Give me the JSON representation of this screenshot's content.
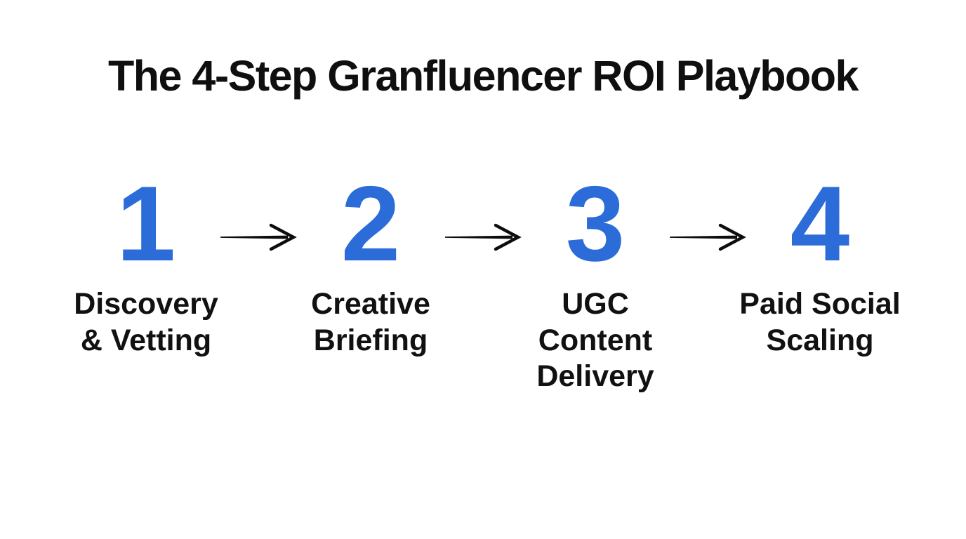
{
  "page": {
    "background_color": "#ffffff",
    "accent_blue": "#2b6cd9",
    "text_color": "#111111"
  },
  "title": "The 4-Step Granfluencer ROI Playbook",
  "steps": [
    {
      "number": "1",
      "label": "Discovery\n& Vetting"
    },
    {
      "number": "2",
      "label": "Creative\nBriefing"
    },
    {
      "number": "3",
      "label": "UGC Content\nDelivery"
    },
    {
      "number": "4",
      "label": "Paid Social\nScaling"
    }
  ],
  "arrows": {
    "count": 3,
    "icon": "right-arrow-icon",
    "color": "#0d0d0d"
  }
}
